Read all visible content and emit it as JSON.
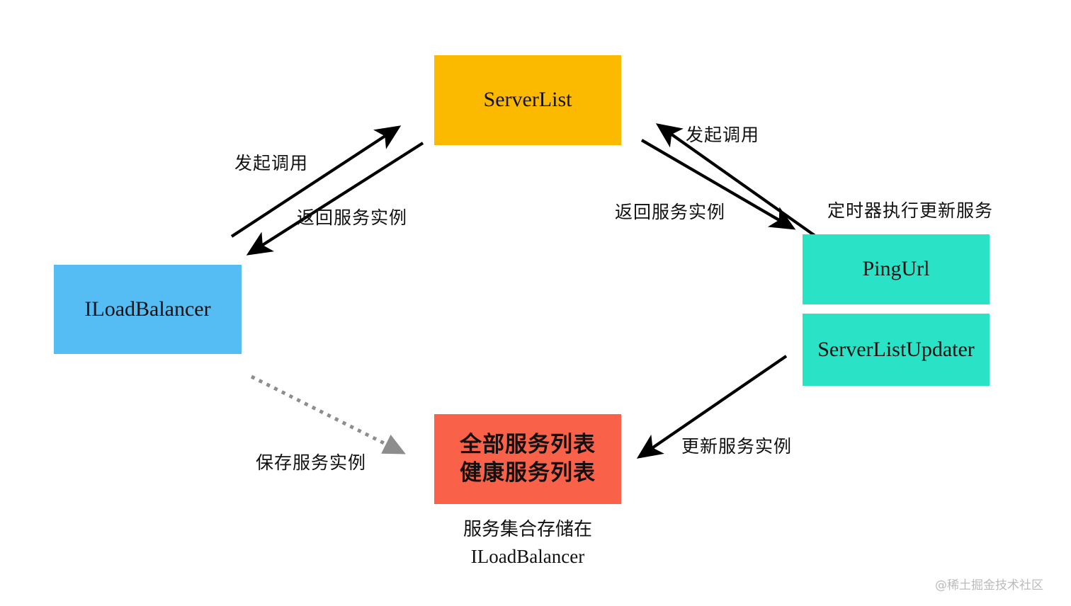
{
  "diagram": {
    "title": "Ribbon ILoadBalancer / ServerList architecture",
    "background": "#ffffff",
    "nodes": [
      {
        "id": "serverlist",
        "label": "ServerList",
        "color": "#FBB900"
      },
      {
        "id": "loadbalancer",
        "label": "ILoadBalancer",
        "color": "#55BDF4"
      },
      {
        "id": "pingurl",
        "label": "PingUrl",
        "color": "#2AE2C6"
      },
      {
        "id": "serverlistupdater",
        "label": "ServerListUpdater",
        "color": "#2AE2C6"
      },
      {
        "id": "servicelists",
        "label_line1": "全部服务列表",
        "label_line2": "健康服务列表",
        "color": "#FA6149"
      }
    ],
    "captions": {
      "storage_line1": "服务集合存储在",
      "storage_line2": "ILoadBalancer"
    },
    "edges": [
      {
        "id": "left-call",
        "label": "发起调用",
        "from": "ILoadBalancer",
        "to": "ServerList",
        "style": "solid",
        "color": "#000000"
      },
      {
        "id": "left-return",
        "label": "返回服务实例",
        "from": "ServerList",
        "to": "ILoadBalancer",
        "style": "solid",
        "color": "#000000"
      },
      {
        "id": "right-call",
        "label": "发起调用",
        "from": "PingUrl",
        "to": "ServerList",
        "style": "solid",
        "color": "#000000"
      },
      {
        "id": "right-return",
        "label": "返回服务实例",
        "from": "ServerList",
        "to": "PingUrl",
        "style": "solid",
        "color": "#000000"
      },
      {
        "id": "timer",
        "label": "定时器执行更新服务",
        "from": "",
        "to": "",
        "style": "text",
        "color": "#000000"
      },
      {
        "id": "update",
        "label": "更新服务实例",
        "from": "ServerListUpdater",
        "to": "服务列表",
        "style": "solid",
        "color": "#000000"
      },
      {
        "id": "save",
        "label": "保存服务实例",
        "from": "ILoadBalancer",
        "to": "服务列表",
        "style": "dotted",
        "color": "#999999"
      }
    ],
    "watermark": "@稀土掘金技术社区"
  }
}
